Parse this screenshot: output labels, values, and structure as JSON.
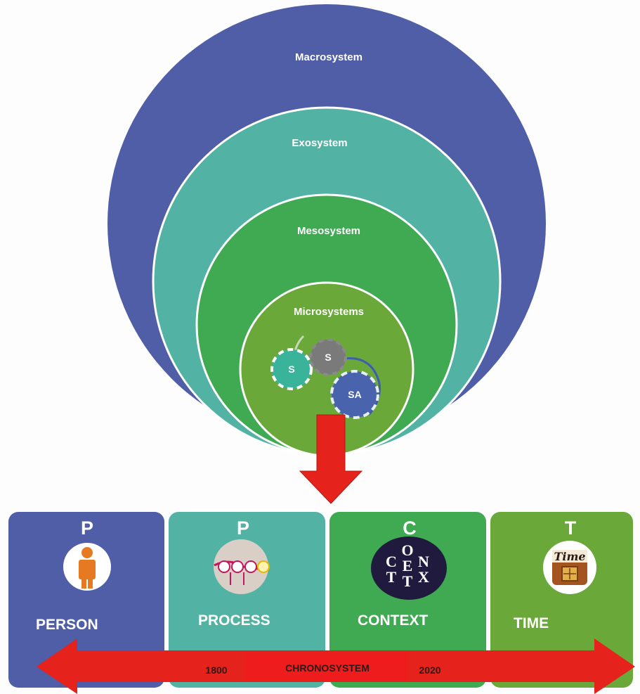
{
  "systems": {
    "macrosystem": "Macrosystem",
    "exosystem": "Exosystem",
    "mesosystem": "Mesosystem",
    "microsystems": "Microsystems"
  },
  "gears": {
    "left": "S",
    "top": "S",
    "right": "SA"
  },
  "ppct": {
    "person": {
      "letter": "P",
      "word": "PERSON"
    },
    "process": {
      "letter": "P",
      "word": "PROCESS"
    },
    "context": {
      "letter": "C",
      "word": "CONTEXT",
      "icon_letters": [
        "C",
        "O",
        "N",
        "T",
        "E",
        "X",
        "T"
      ]
    },
    "time": {
      "letter": "T",
      "word": "TIME",
      "icon_text": "Time"
    }
  },
  "chronosystem": {
    "start": "1800",
    "label": "CHRONOSYSTEM",
    "end": "2020"
  },
  "colors": {
    "macro": "#4f5ea6",
    "exo": "#52b3a5",
    "meso": "#3faa52",
    "micro": "#6aa83a",
    "arrow": "#e5221b",
    "person_icon": "#e67a22"
  }
}
